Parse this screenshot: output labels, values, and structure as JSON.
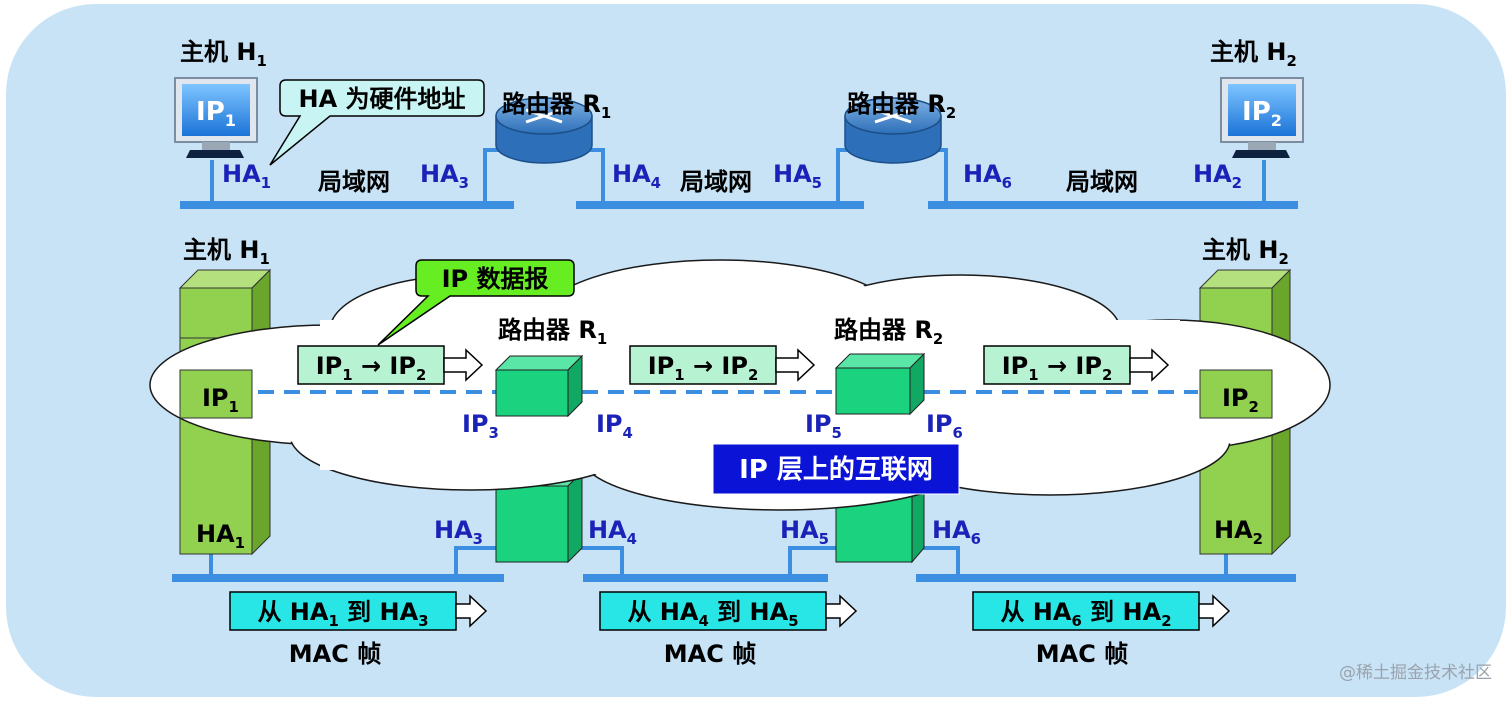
{
  "colors": {
    "panel": "#c8e3f6",
    "network_line": "#3b8ee0",
    "host_green": "#92d050",
    "router_block": "#1bd37e",
    "ip_label_box": "#b7f3d2",
    "mac_box": "#29e6e6",
    "ip_layer_box": "#0b14d6",
    "ha_text": "#1a22b8"
  },
  "top": {
    "host1": {
      "label": "主机 H",
      "sub": "1",
      "screen": "IP",
      "screen_sub": "1"
    },
    "host2": {
      "label": "主机 H",
      "sub": "2",
      "screen": "IP",
      "screen_sub": "2"
    },
    "callout": "HA 为硬件地址",
    "router1": {
      "label": "路由器 R",
      "sub": "1"
    },
    "router2": {
      "label": "路由器 R",
      "sub": "2"
    },
    "lan_label": "局域网",
    "ha1": {
      "text": "HA",
      "sub": "1"
    },
    "ha2": {
      "text": "HA",
      "sub": "2"
    },
    "ha3": {
      "text": "HA",
      "sub": "3"
    },
    "ha4": {
      "text": "HA",
      "sub": "4"
    },
    "ha5": {
      "text": "HA",
      "sub": "5"
    },
    "ha6": {
      "text": "HA",
      "sub": "6"
    }
  },
  "bottom": {
    "host1": {
      "label": "主机 H",
      "sub": "1",
      "ip": "IP",
      "ip_sub": "1",
      "ha": "HA",
      "ha_sub": "1"
    },
    "host2": {
      "label": "主机 H",
      "sub": "2",
      "ip": "IP",
      "ip_sub": "2",
      "ha": "HA",
      "ha_sub": "2"
    },
    "callout": "IP 数据报",
    "router1": {
      "label": "路由器 R",
      "sub": "1"
    },
    "router2": {
      "label": "路由器 R",
      "sub": "2"
    },
    "datagram": {
      "p1": "IP",
      "s1": "1",
      "arrow": "→",
      "p2": "IP",
      "s2": "2"
    },
    "ip3": {
      "text": "IP",
      "sub": "3"
    },
    "ip4": {
      "text": "IP",
      "sub": "4"
    },
    "ip5": {
      "text": "IP",
      "sub": "5"
    },
    "ip6": {
      "text": "IP",
      "sub": "6"
    },
    "ha3": {
      "text": "HA",
      "sub": "3"
    },
    "ha4": {
      "text": "HA",
      "sub": "4"
    },
    "ha5": {
      "text": "HA",
      "sub": "5"
    },
    "ha6": {
      "text": "HA",
      "sub": "6"
    },
    "ip_layer": "IP 层上的互联网",
    "frames": [
      {
        "from": "从 HA",
        "from_sub": "1",
        "to": " 到 HA",
        "to_sub": "3"
      },
      {
        "from": "从 HA",
        "from_sub": "4",
        "to": " 到 HA",
        "to_sub": "5"
      },
      {
        "from": "从 HA",
        "from_sub": "6",
        "to": " 到 HA",
        "to_sub": "2"
      }
    ],
    "mac_label": "MAC 帧"
  },
  "watermark": "@稀土掘金技术社区"
}
